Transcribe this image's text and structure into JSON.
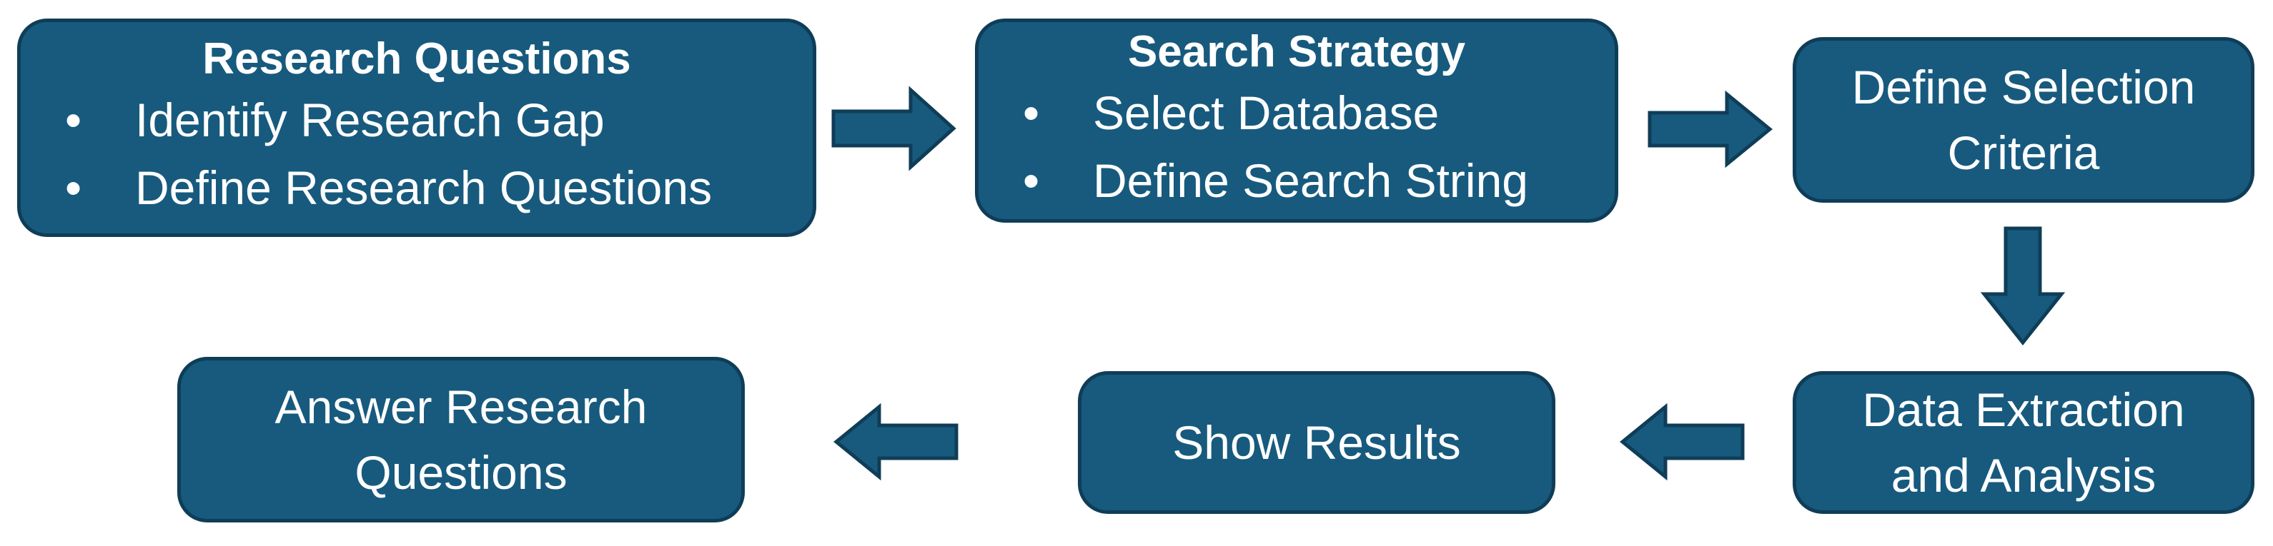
{
  "nodes": {
    "research_questions": {
      "title": "Research Questions",
      "bullets": [
        "Identify Research Gap",
        "Define Research Questions"
      ]
    },
    "search_strategy": {
      "title": "Search Strategy",
      "bullets": [
        "Select Database",
        "Define Search String"
      ]
    },
    "selection_criteria": {
      "lines": [
        "Define Selection",
        "Criteria"
      ]
    },
    "data_extraction": {
      "lines": [
        "Data Extraction",
        "and Analysis"
      ]
    },
    "show_results": {
      "lines": [
        "Show Results"
      ]
    },
    "answer_questions": {
      "lines": [
        "Answer Research",
        "Questions"
      ]
    }
  },
  "colors": {
    "box_fill": "#175a7e",
    "box_border": "#0f3d57",
    "text": "#ffffff"
  }
}
